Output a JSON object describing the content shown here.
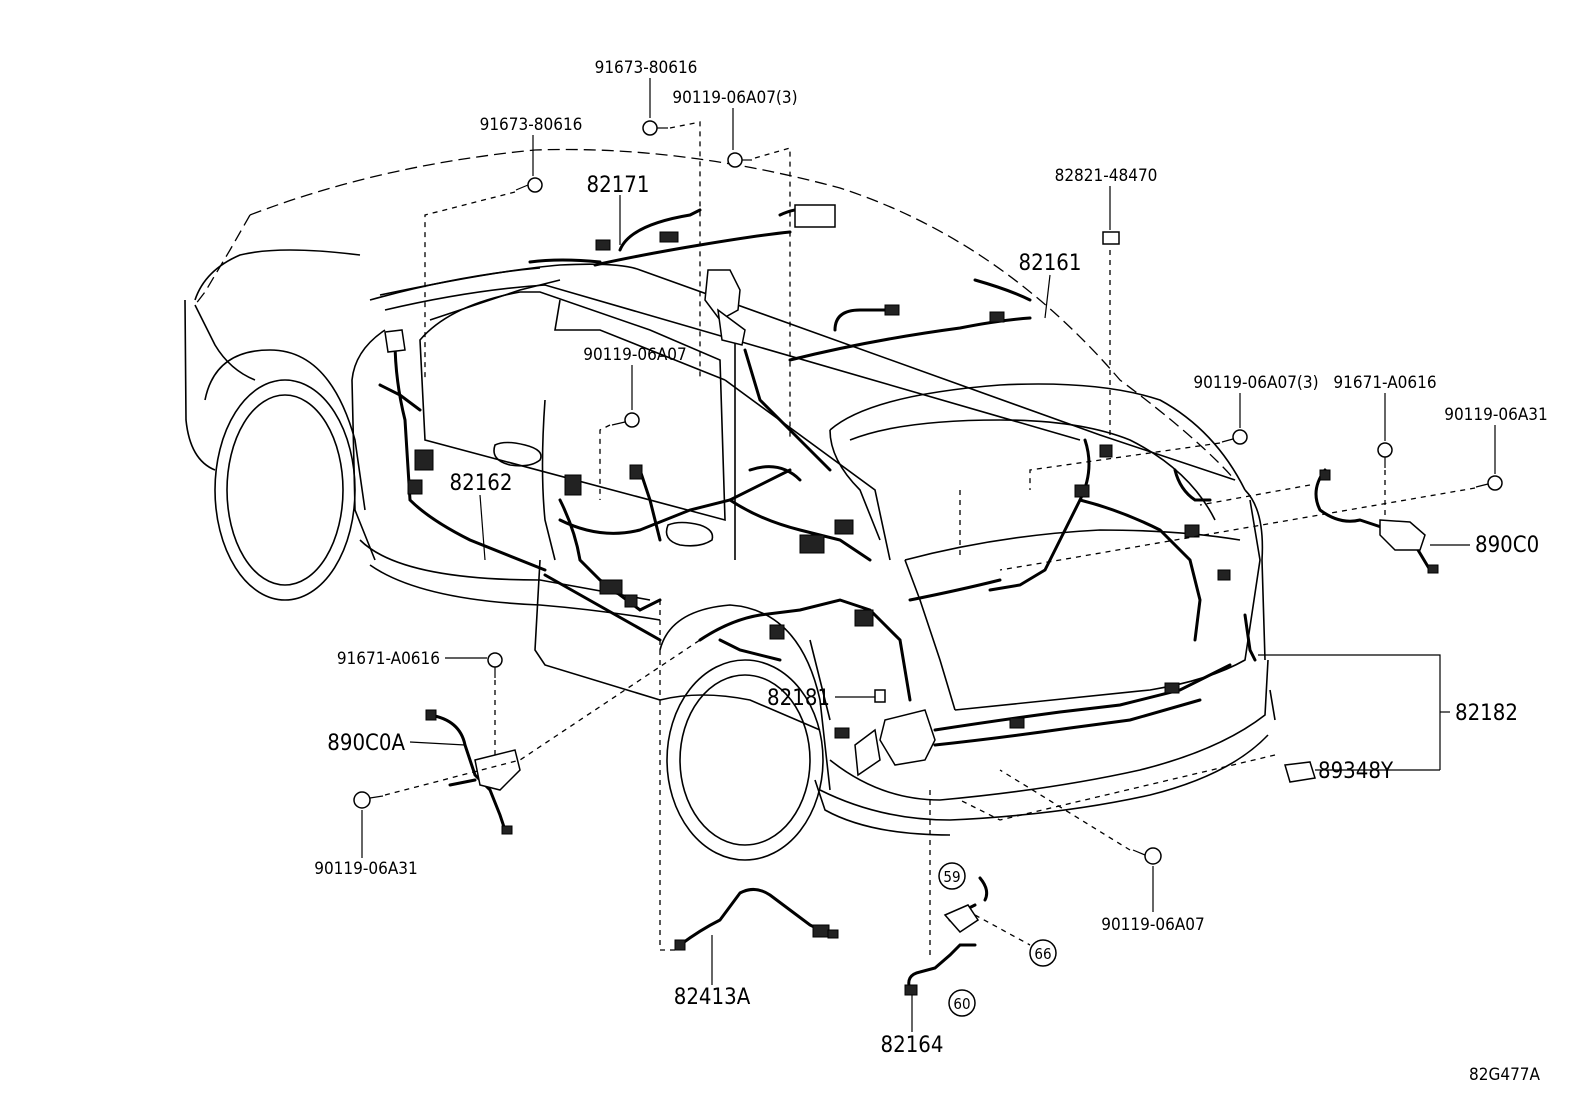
{
  "diagram_code": "82G477A",
  "callouts": [
    {
      "id": "c1",
      "text": "91673-80616"
    },
    {
      "id": "c2",
      "text": "90119-06A07(3)"
    },
    {
      "id": "c3",
      "text": "91673-80616"
    },
    {
      "id": "c4",
      "text": "82171"
    },
    {
      "id": "c5",
      "text": "82821-48470"
    },
    {
      "id": "c6",
      "text": "82161"
    },
    {
      "id": "c7",
      "text": "90119-06A07"
    },
    {
      "id": "c8",
      "text": "90119-06A07(3)"
    },
    {
      "id": "c9",
      "text": "91671-A0616"
    },
    {
      "id": "c10",
      "text": "90119-06A31"
    },
    {
      "id": "c11",
      "text": "82162"
    },
    {
      "id": "c12",
      "text": "890C0"
    },
    {
      "id": "c13",
      "text": "91671-A0616"
    },
    {
      "id": "c14",
      "text": "890C0A"
    },
    {
      "id": "c15",
      "text": "82181"
    },
    {
      "id": "c16",
      "text": "82182"
    },
    {
      "id": "c17",
      "text": "89348Y"
    },
    {
      "id": "c18",
      "text": "90119-06A31"
    },
    {
      "id": "c19",
      "text": "90119-06A07"
    },
    {
      "id": "c20",
      "text": "82413A"
    },
    {
      "id": "c21",
      "text": "82164"
    }
  ],
  "connector_markers": [
    "59",
    "66",
    "60"
  ]
}
